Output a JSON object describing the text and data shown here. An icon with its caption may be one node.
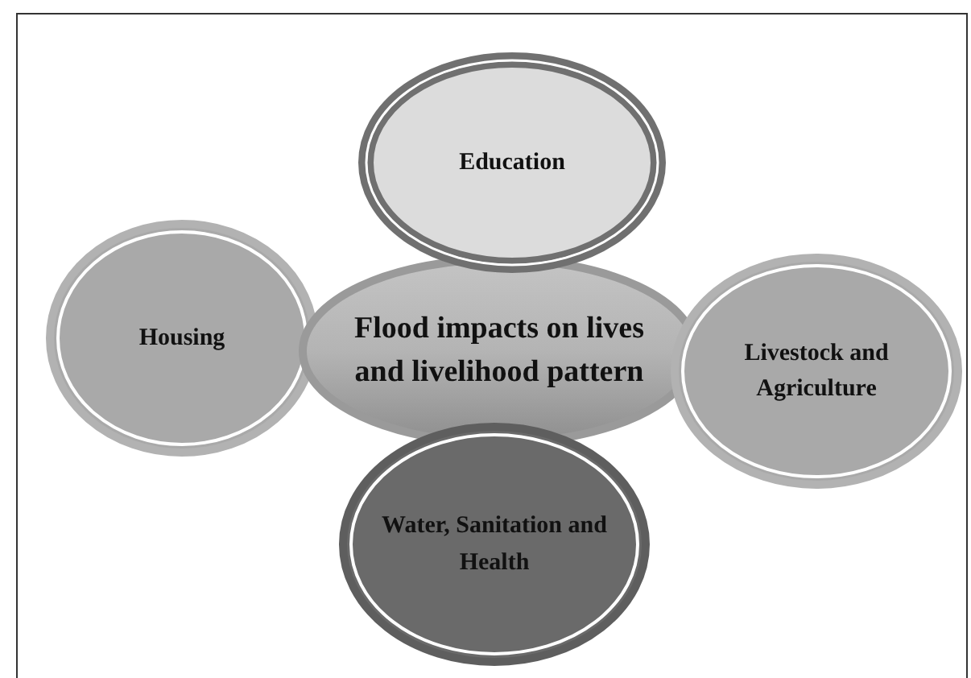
{
  "diagram": {
    "nodes": [
      {
        "text": [
          "Education"
        ]
      },
      {
        "text": [
          "Housing"
        ]
      },
      {
        "text": [
          "Flood impacts on lives and livelihood pattern"
        ]
      },
      {
        "text": [
          "Livestock and Agriculture"
        ]
      },
      {
        "text": [
          "Water, Sanitation and Health"
        ]
      }
    ]
  }
}
